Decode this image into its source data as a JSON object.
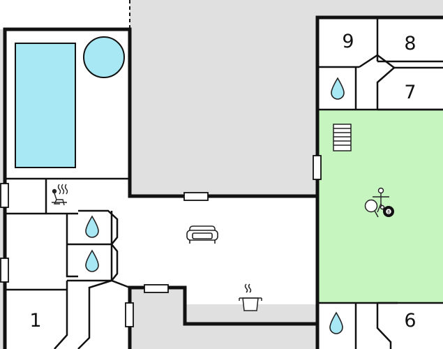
{
  "floorplan": {
    "colors": {
      "outside": "#e0e0e0",
      "interior": "#ffffff",
      "wall": "#111111",
      "pool": "#a8e8f4",
      "games_room": "#c6f5c0",
      "icon_outline": "#222222"
    },
    "room_numbers": {
      "room_1": "1",
      "room_6": "6",
      "room_7": "7",
      "room_8": "8",
      "room_9": "9"
    },
    "icons": {
      "pool": "swimming-pool-icon",
      "hot_tub": "hot-tub-icon",
      "sauna": "sauna-icon",
      "bathroom": "water-drop-icon",
      "sofa": "sofa-icon",
      "kitchen": "cooking-pot-icon",
      "stairs": "stairs-icon",
      "table_football": "table-football-icon",
      "table_tennis": "table-tennis-icon",
      "billiards": "billiard-ball-icon",
      "door": "door-icon"
    },
    "billiard_ball_number": "8"
  }
}
